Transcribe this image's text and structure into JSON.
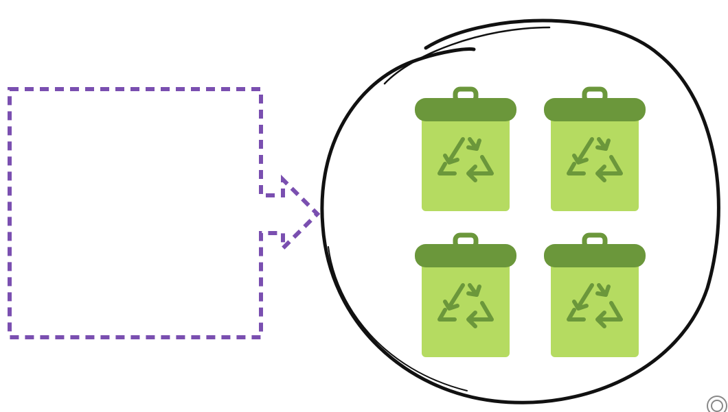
{
  "colors": {
    "background": "#ffffff",
    "arrow_box_stroke": "#7a4fb0",
    "circle_stroke": "#111111",
    "bin_lid": "#6b973b",
    "bin_body": "#b5db61",
    "recycle_symbol": "#6b973b"
  },
  "diagram": {
    "arrow_box": {
      "label": "",
      "style": "dashed",
      "icon": "right-pointing-block-arrow"
    },
    "circle": {
      "style": "hand-drawn sketch",
      "bins": [
        {
          "icon": "recycle-bin-icon"
        },
        {
          "icon": "recycle-bin-icon"
        },
        {
          "icon": "recycle-bin-icon"
        },
        {
          "icon": "recycle-bin-icon"
        }
      ]
    }
  }
}
